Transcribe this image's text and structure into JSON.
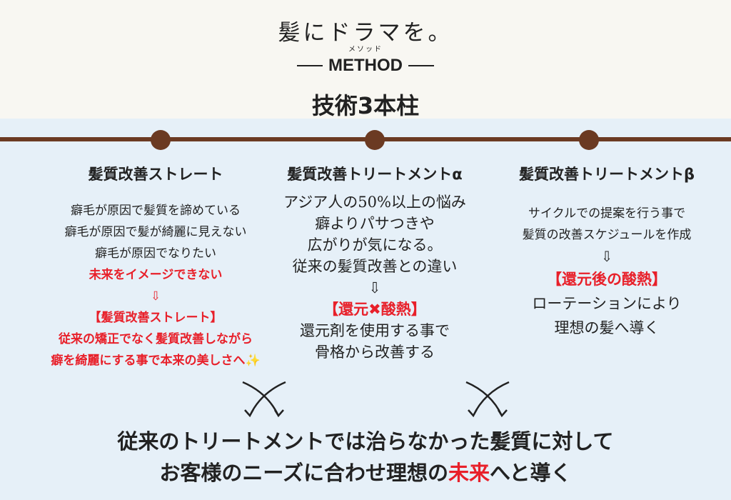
{
  "header": {
    "logo_text": "髪にドラマを。",
    "ruby": "メソッド",
    "method": "METHOD",
    "title": "技術3本柱"
  },
  "columns": [
    {
      "title": "髪質改善ストレート",
      "lines": [
        "癖毛が原因で髪質を諦めている",
        "癖毛が原因で髪が綺麗に見えない",
        "癖毛が原因でなりたい"
      ],
      "highlight": "未来をイメージできない",
      "arrow": "⇩",
      "bracket": "【髪質改善ストレート】",
      "result": [
        "従来の矯正でなく髪質改善しながら",
        "癖を綺麗にする事で本来の美しさへ✨"
      ]
    },
    {
      "title": "髪質改善トリートメントα",
      "lines": [
        "アジア人の50%以上の悩み",
        "癖よりパサつきや",
        "広がりが気になる。",
        "従来の髪質改善との違い"
      ],
      "arrow": "⇩",
      "bracket": "【還元✖酸熱】",
      "result": [
        "還元剤を使用する事で",
        "骨格から改善する"
      ]
    },
    {
      "title": "髪質改善トリートメントβ",
      "lines": [
        "サイクルでの提案を行う事で",
        "髪質の改善スケジュールを作成"
      ],
      "arrow": "⇩",
      "bracket": "【還元後の酸熱】",
      "result": [
        "ローテーションにより",
        "理想の髪へ導く"
      ]
    }
  ],
  "footer": {
    "line1": "従来のトリートメントでは治らなかった髪質に対して",
    "line2_a": "お客様のニーズに合わせ理想の",
    "line2_red": "未来",
    "line2_b": "へと導く"
  },
  "colors": {
    "brown": "#6b3a22",
    "red": "#e8202a"
  }
}
